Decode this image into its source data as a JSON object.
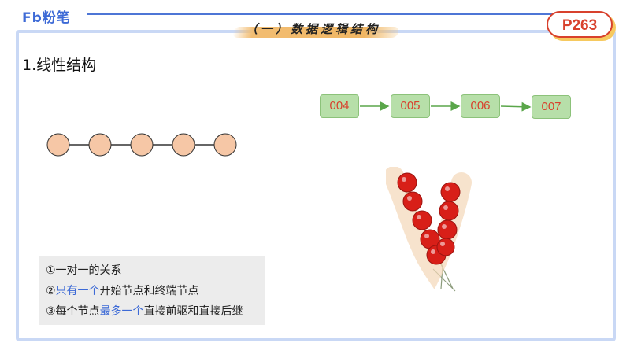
{
  "header": {
    "logo": "Fb粉笔",
    "title": "（一）数据逻辑结构",
    "page_badge": "P263"
  },
  "section": {
    "title": "1.线性结构"
  },
  "chain": {
    "node_count": 5,
    "node_color": "#f6c7a6",
    "stroke_color": "#333333"
  },
  "linked_list": {
    "nodes": [
      "004",
      "005",
      "006",
      "007"
    ],
    "box_color": "#b7dfa9",
    "text_color": "#d8412d",
    "arrow_color": "#5aa64a"
  },
  "notes": {
    "line1": "①一对一的关系",
    "line2_prefix": "②",
    "line2_highlight": "只有一个",
    "line2_rest": "开始节点和终端节点",
    "line3_prefix": "③每个节点",
    "line3_highlight": "最多一个",
    "line3_rest": "直接前驱和直接后继",
    "highlight_color": "#3d6ad6"
  }
}
